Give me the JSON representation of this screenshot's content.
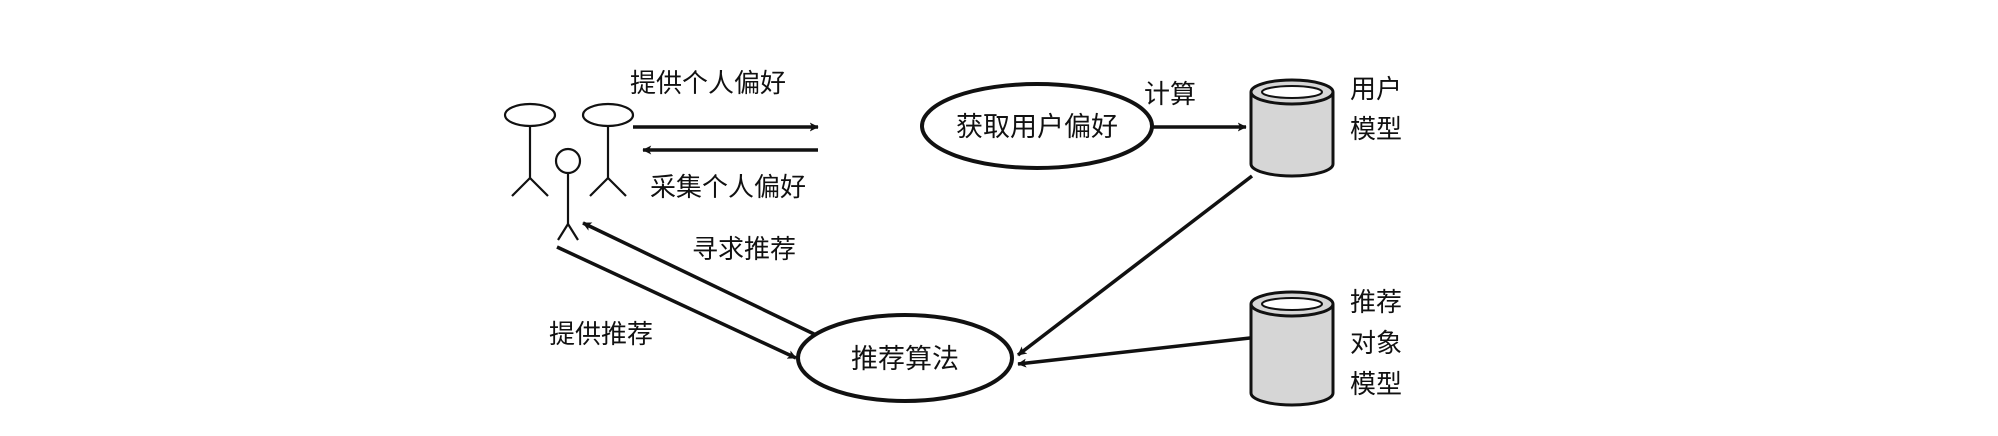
{
  "nodes": {
    "acquire": "获取用户偏好",
    "recommend": "推荐算法"
  },
  "stores": {
    "user_model": [
      "用户",
      "模型"
    ],
    "item_model": [
      "推荐",
      "对象",
      "模型"
    ]
  },
  "edges": {
    "provide_pref": "提供个人偏好",
    "collect_pref": "采集个人偏好",
    "compute": "计算",
    "seek_rec": "寻求推荐",
    "provide_rec": "提供推荐"
  },
  "colors": {
    "stroke": "#111111",
    "cylinder_fill": "#d6d6d6",
    "background": "#ffffff"
  }
}
